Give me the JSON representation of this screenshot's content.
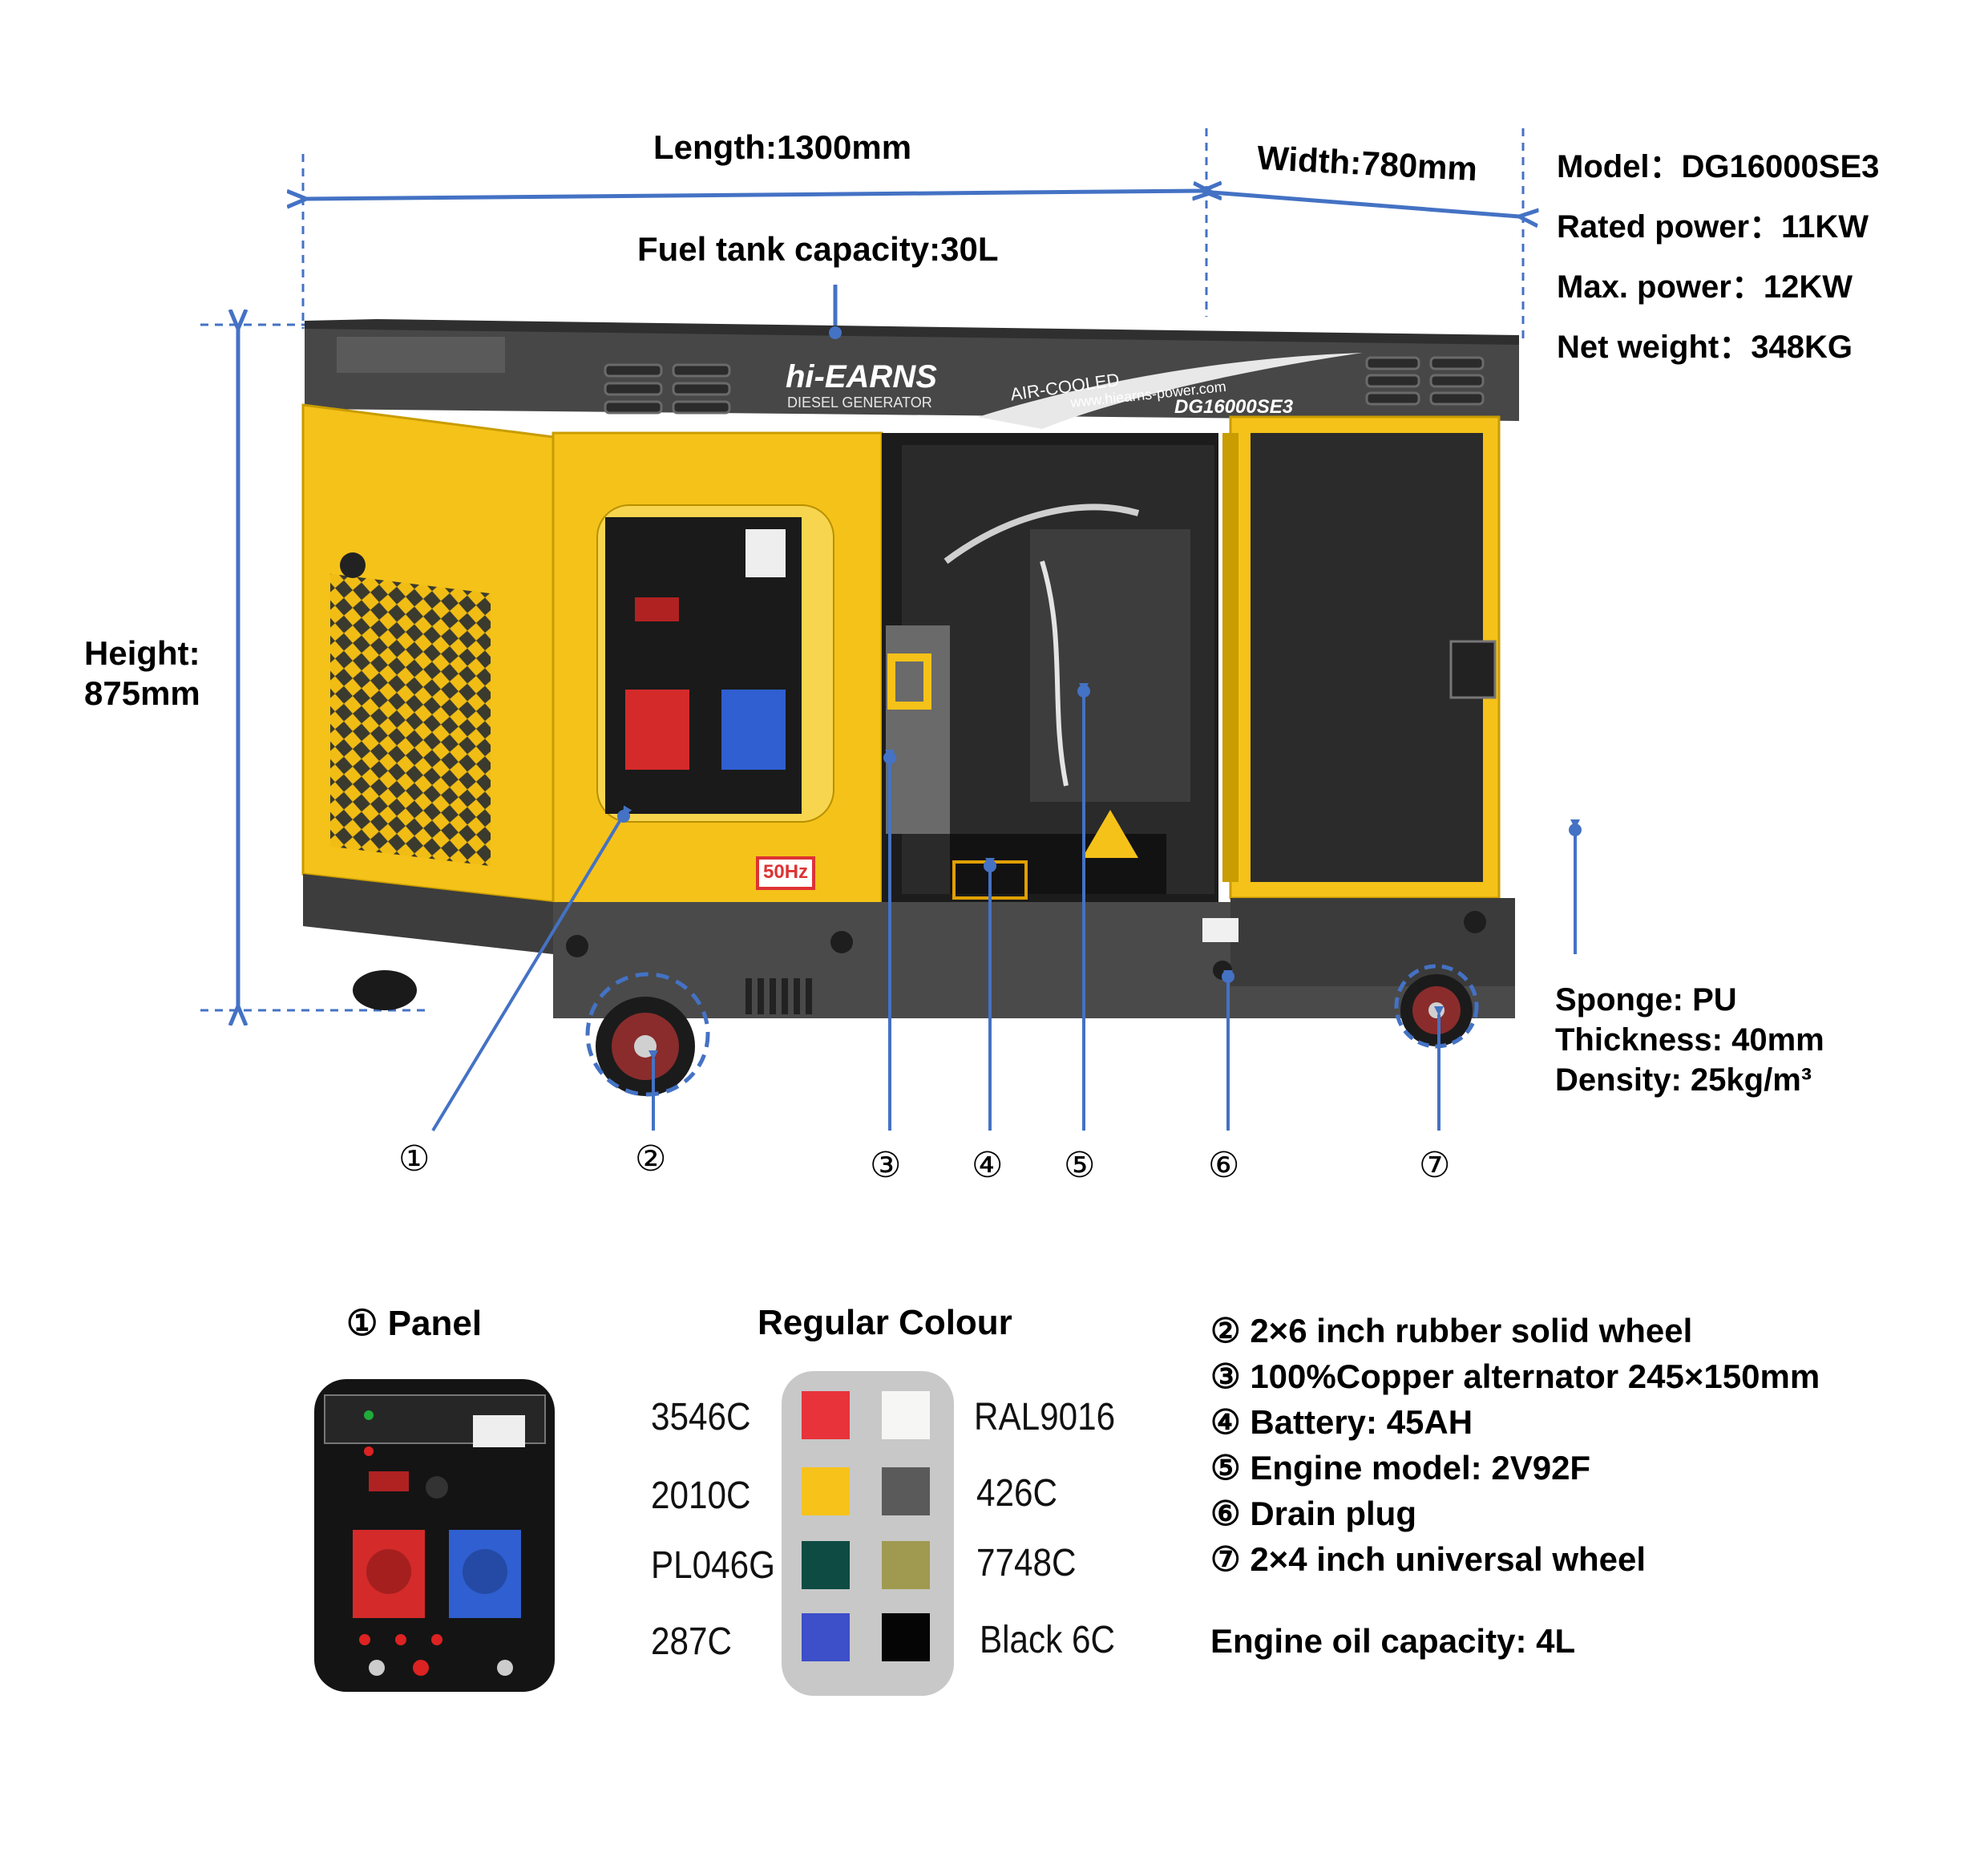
{
  "dimensions": {
    "length": "Length:1300mm",
    "width": "Width:780mm",
    "fuel_tank": "Fuel tank capacity:30L",
    "height_line1": "Height:",
    "height_line2": "875mm"
  },
  "specs": {
    "model": "Model：DG16000SE3",
    "rated_power": "Rated power：11KW",
    "max_power": "Max. power：12KW",
    "net_weight": "Net weight：348KG"
  },
  "sponge": {
    "material": "Sponge: PU",
    "thickness": "Thickness: 40mm",
    "density": "Density: 25kg/m³"
  },
  "product": {
    "brand": "hi-EARNS",
    "brand_sub": "DIESEL GENERATOR",
    "cooling": "AIR-COOLED",
    "website": "www.hiearns-power.com",
    "model_badge": "DG16000SE3",
    "frequency_badge": "50Hz"
  },
  "callout_numbers": [
    "①",
    "②",
    "③",
    "④",
    "⑤",
    "⑥",
    "⑦"
  ],
  "panel_title": "① Panel",
  "colour_title": "Regular Colour",
  "colours": {
    "left": [
      {
        "code": "3546C",
        "hex": "#e8333a"
      },
      {
        "code": "2010C",
        "hex": "#f7c21a"
      },
      {
        "code": "PL046G",
        "hex": "#0d4b43"
      },
      {
        "code": "287C",
        "hex": "#3d4fc9"
      }
    ],
    "right": [
      {
        "code": "RAL9016",
        "hex": "#f6f6f4"
      },
      {
        "code": "426C",
        "hex": "#5b5a5b"
      },
      {
        "code": "7748C",
        "hex": "#a09a50"
      },
      {
        "code": "Black 6C",
        "hex": "#050505"
      }
    ]
  },
  "features": [
    "② 2×6 inch rubber solid wheel",
    "③ 100%Copper alternator 245×150mm",
    "④ Battery: 45AH",
    "⑤ Engine model: 2V92F",
    "⑥ Drain plug",
    "⑦ 2×4 inch universal wheel"
  ],
  "engine_oil": "Engine oil capacity: 4L",
  "colors": {
    "accent_blue": "#4472c4",
    "yellow": "#f5c219",
    "dark_grey": "#4a4a4a"
  }
}
